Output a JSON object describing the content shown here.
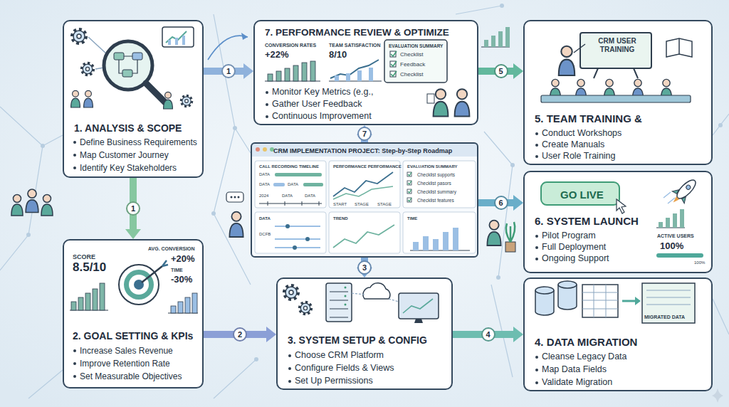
{
  "diagram": {
    "nodes": [
      {
        "text": [
          "1. ANALYSIS & SCOPE",
          "Define Business Requirements",
          "Map Customer Journey",
          "Identify Key Stakeholders"
        ]
      },
      {
        "text": [
          "7. PERFORMANCE REVIEW & OPTIMIZE",
          "CONVERSION RATES",
          "+22%",
          "TEAM SATISFACTION",
          "8/10",
          "EVALUATION SUMMARY",
          "Checklist",
          "Feedback",
          "Checklist",
          "Monitor Key Metrics (e.g.,",
          "Gather User Feedback",
          "Continuous Improvement"
        ]
      },
      {
        "text": [
          "CRM USER TRAINING",
          "5. TEAM TRAINING &",
          "Conduct Workshops",
          "Create Manuals",
          "User Role Training"
        ]
      },
      {
        "text": [
          "CRM IMPLEMENTATION PROJECT: Step-by-Step Roadmap",
          "CALL RECORDING TIMELINE",
          "DATA",
          "DATA",
          "DATA",
          "2024",
          "DATA",
          "DATA",
          "PERFORMANCE PERFORMANCE",
          "START",
          "STAGE",
          "STAGE",
          "EVALUATION SUMMARY",
          "Checklist supports",
          "Checklist pasors",
          "Checklist summary",
          "Checklist features",
          "DATA",
          "DCFB",
          "TREND",
          "TIME"
        ]
      },
      {
        "text": [
          "GO LIVE",
          "6. SYSTEM LAUNCH",
          "Pilot Program",
          "Full Deployment",
          "Ongoing Support",
          "ACTIVE USERS",
          "100%",
          "100%"
        ]
      },
      {
        "text": [
          "SCORE",
          "8.5/10",
          "AVG. CONVERSION",
          "+20%",
          "TIME",
          "-30%",
          "2. GOAL SETTING & KPIs",
          "Increase Sales Revenue",
          "Improve Retention Rate",
          "Set Measurable Objectives"
        ]
      },
      {
        "text": [
          "3. SYSTEM SETUP & CONFIG",
          "Choose CRM Platform",
          "Configure Fields & Views",
          "Set Up Permissions"
        ]
      },
      {
        "text": [
          "MIGRATED DATA",
          "4. DATA MIGRATION",
          "Cleanse Legacy Data",
          "Map Data Fields",
          "Validate Migration"
        ]
      }
    ],
    "edges": [
      {
        "from": 0,
        "to": 5,
        "arrow": "to",
        "label": "1"
      },
      {
        "from": 0,
        "to": 1,
        "arrow": "to",
        "label": "1"
      },
      {
        "from": 5,
        "to": 6,
        "arrow": "to",
        "label": "2"
      },
      {
        "from": 3,
        "to": 6,
        "arrow": "to",
        "label": "3"
      },
      {
        "from": 6,
        "to": 7,
        "arrow": "to",
        "label": "4"
      },
      {
        "from": 1,
        "to": 2,
        "arrow": "to",
        "label": "5"
      },
      {
        "from": 3,
        "to": 4,
        "arrow": "to",
        "label": "6"
      },
      {
        "from": 3,
        "to": 1,
        "arrow": "to",
        "label": "7"
      }
    ]
  }
}
